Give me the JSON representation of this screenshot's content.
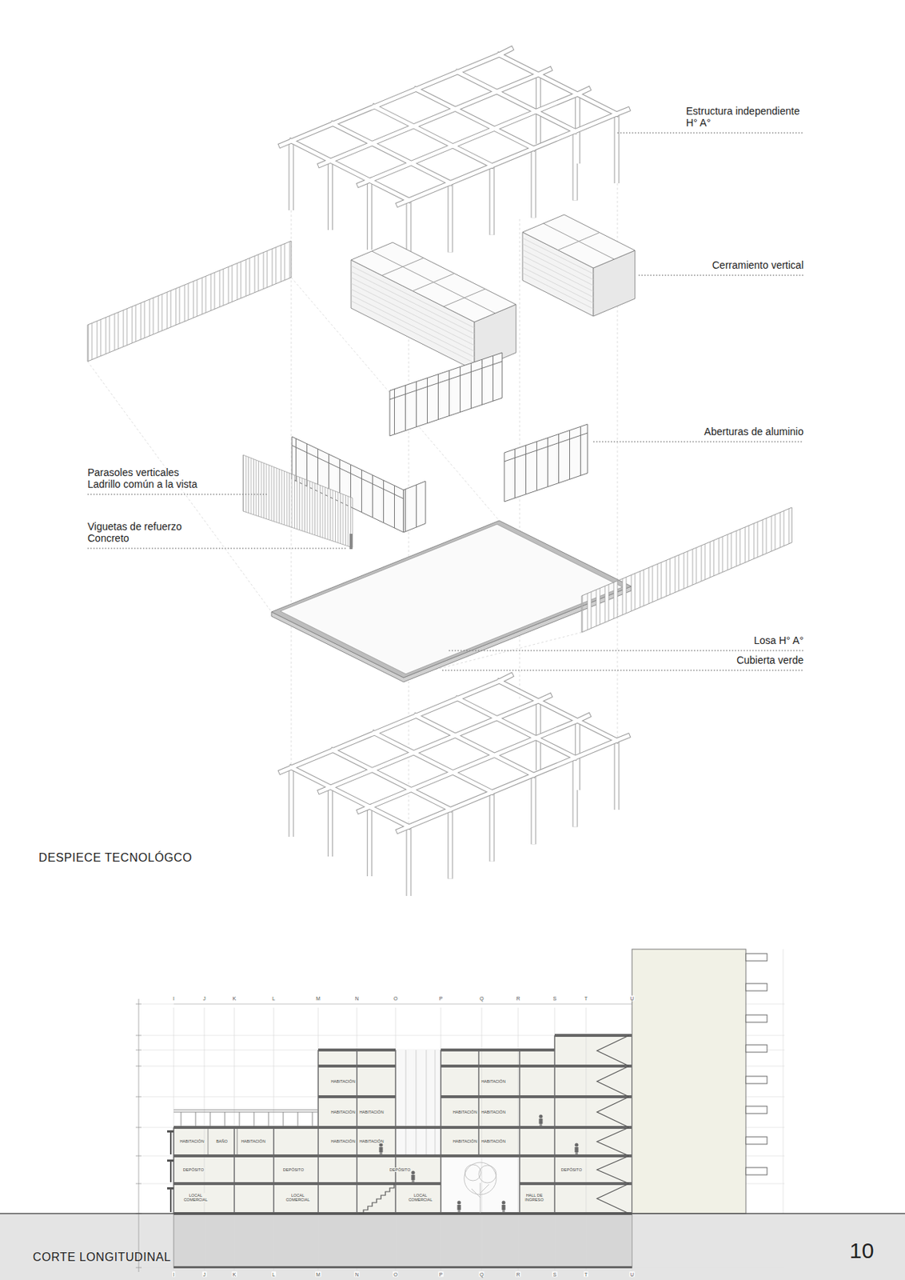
{
  "diagram": {
    "labels": [
      "Estructura independiente H° A°",
      "Cerramiento vertical",
      "Aberturas de aluminio",
      "Parasoles verticales Ladrillo común a la vista",
      "Viguetas de refuerzo Concreto",
      "Losa H° A°",
      "Cubierta verde",
      "DESPIECE TECNOLÓGCO",
      "CORTE LONGITUDINAL",
      "10",
      "I",
      "J",
      "K",
      "L",
      "M",
      "N",
      "O",
      "P",
      "Q",
      "R",
      "S",
      "T",
      "U",
      "I",
      "J",
      "K",
      "L",
      "M",
      "N",
      "O",
      "P",
      "Q",
      "R",
      "S",
      "T",
      "U",
      "LOCAL COMERCIAL",
      "LOCAL COMERCIAL",
      "LOCAL COMERCIAL",
      "HALL DE INGRESO",
      "DEPÓSITO",
      "DEPÓSITO",
      "DEPÓSITO",
      "DEPÓSITO",
      "HABITACIÓN",
      "BAÑO",
      "HABITACIÓN",
      "HABITACIÓN",
      "HABITACIÓN",
      "HABITACIÓN",
      "HABITACIÓN",
      "HABITACIÓN",
      "HABITACIÓN",
      "HABITACIÓN",
      "HABITACIÓN",
      "HABITACIÓN",
      "HABITACIÓN"
    ]
  }
}
